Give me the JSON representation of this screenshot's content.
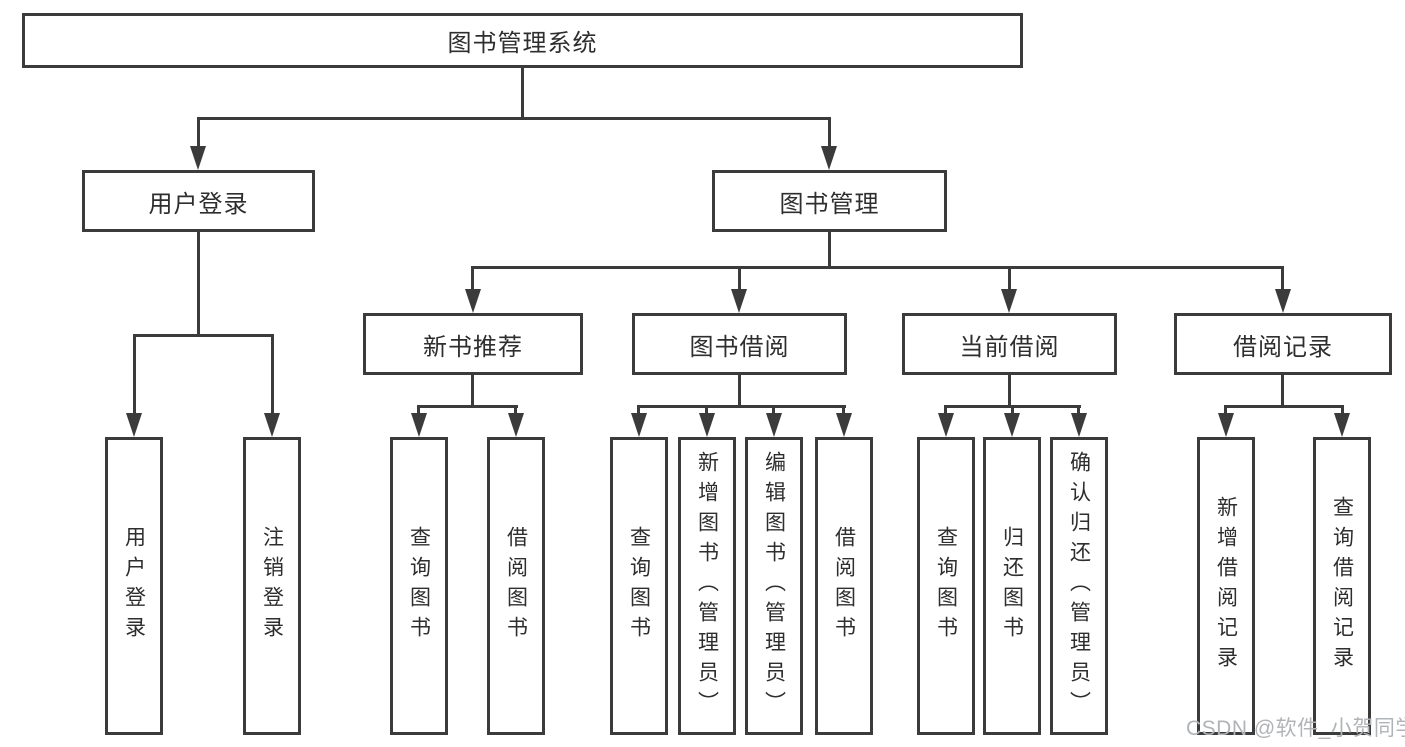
{
  "diagram_title": "图书管理系统",
  "colors": {
    "line": "#3b3b3b",
    "box_border": "#3b3b3b",
    "text": "#2e2e2e",
    "background": "#ffffff",
    "watermark": "#b1b4b7"
  },
  "watermark": {
    "text": "CSDN @软件_小贺同学"
  },
  "tree": {
    "root": {
      "label": "图书管理系统"
    },
    "branches": [
      {
        "label": "用户登录",
        "children": [
          {
            "label": "用户登录"
          },
          {
            "label": "注销登录"
          }
        ]
      },
      {
        "label": "图书管理",
        "children": [
          {
            "label": "新书推荐",
            "children": [
              {
                "label": "查询图书"
              },
              {
                "label": "借阅图书"
              }
            ]
          },
          {
            "label": "图书借阅",
            "children": [
              {
                "label": "查询图书"
              },
              {
                "label": "新增图书（管理员）"
              },
              {
                "label": "编辑图书（管理员）"
              },
              {
                "label": "借阅图书"
              }
            ]
          },
          {
            "label": "当前借阅",
            "children": [
              {
                "label": "查询图书"
              },
              {
                "label": "归还图书"
              },
              {
                "label": "确认归还（管理员）"
              }
            ]
          },
          {
            "label": "借阅记录",
            "children": [
              {
                "label": "新增借阅记录"
              },
              {
                "label": "查询借阅记录"
              }
            ]
          }
        ]
      }
    ]
  }
}
